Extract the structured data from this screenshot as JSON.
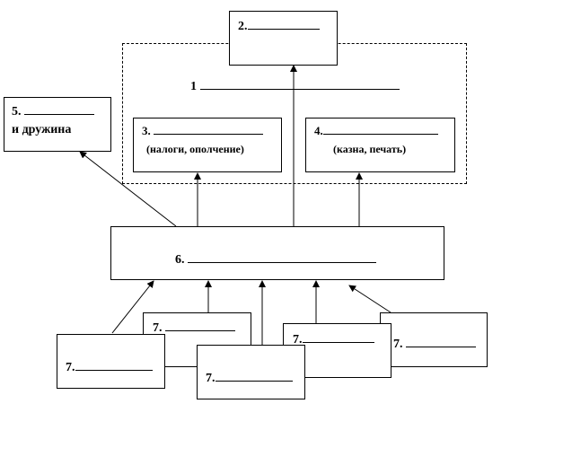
{
  "diagram": {
    "group_label": "1",
    "top_box": {
      "label": "2."
    },
    "side_box": {
      "label": "5.",
      "line2": "и дружина"
    },
    "box3": {
      "label": "3.",
      "note": "(налоги, ополчение)"
    },
    "box4": {
      "label": "4.",
      "note": "(казна, печать)"
    },
    "center_box": {
      "label": "6."
    },
    "bottom_boxes": [
      {
        "label": "7."
      },
      {
        "label": "7."
      },
      {
        "label": "7."
      },
      {
        "label": "7."
      },
      {
        "label": "7."
      }
    ]
  },
  "colors": {
    "line": "#000000",
    "background": "#ffffff"
  }
}
